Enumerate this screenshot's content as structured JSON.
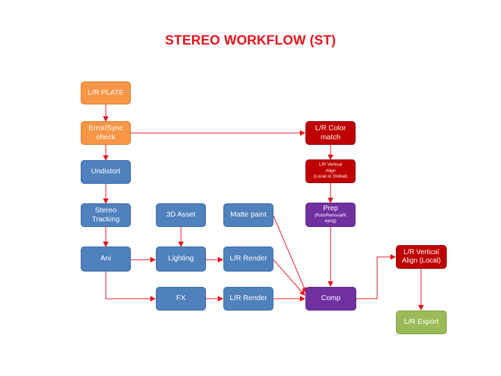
{
  "title": "STEREO WORKFLOW (ST)",
  "nodes": {
    "lr_plate": "L/R PLATE",
    "error_sync": "Error/Sync\ncheck",
    "undistort": "Undistort",
    "stereo_tracking": "Stereo\nTracking",
    "ani": "Ani",
    "asset_3d": "3D Asset",
    "lighting": "Lighting",
    "fx": "FX",
    "matte_paint": "Matte paint",
    "lr_render_1": "L/R Render",
    "lr_render_2": "L/R Render",
    "lr_color_match": "L/R Color\nmatch",
    "lr_vertical_align": "L/R Vertical\nAlign\n(Local or Global)",
    "prep_title": "Prep",
    "prep_sub": "(Roto/Removal/K\neying)",
    "comp": "Comp",
    "lr_vertical_align_local": "L/R Vertical\nAlign (Local)",
    "lr_export": "L/R Export"
  },
  "colors": {
    "title": "#e8121b",
    "arrow": "#e8121b",
    "orange": "#f79646",
    "blue": "#4f81bd",
    "red": "#c00000",
    "purple": "#7030a0",
    "green": "#9bbb59"
  }
}
